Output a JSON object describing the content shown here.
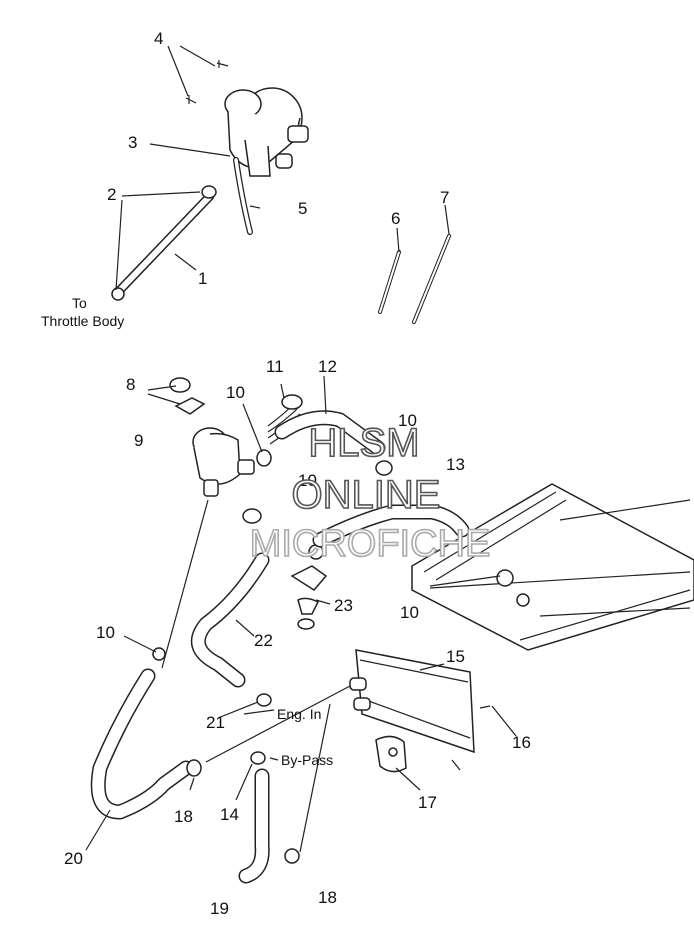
{
  "callouts": {
    "c1": "1",
    "c2": "2",
    "c3": "3",
    "c4": "4",
    "c5": "5",
    "c6": "6",
    "c7": "7",
    "c8": "8",
    "c9": "9",
    "c10a": "10",
    "c10b": "10",
    "c10c": "10",
    "c10d": "10",
    "c10e": "10",
    "c11": "11",
    "c12": "12",
    "c13": "13",
    "c14": "14",
    "c15": "15",
    "c16": "16",
    "c17": "17",
    "c18a": "18",
    "c18b": "18",
    "c19": "19",
    "c20": "20",
    "c21": "21",
    "c22": "22",
    "c23": "23"
  },
  "labels": {
    "to": "To",
    "throttle_body": "Throttle Body",
    "eng_in": "Eng. In",
    "by_pass": "By-Pass"
  },
  "watermark": {
    "line1": "HLSM",
    "line2": "ONLINE",
    "line3": "MICROFICHE"
  }
}
